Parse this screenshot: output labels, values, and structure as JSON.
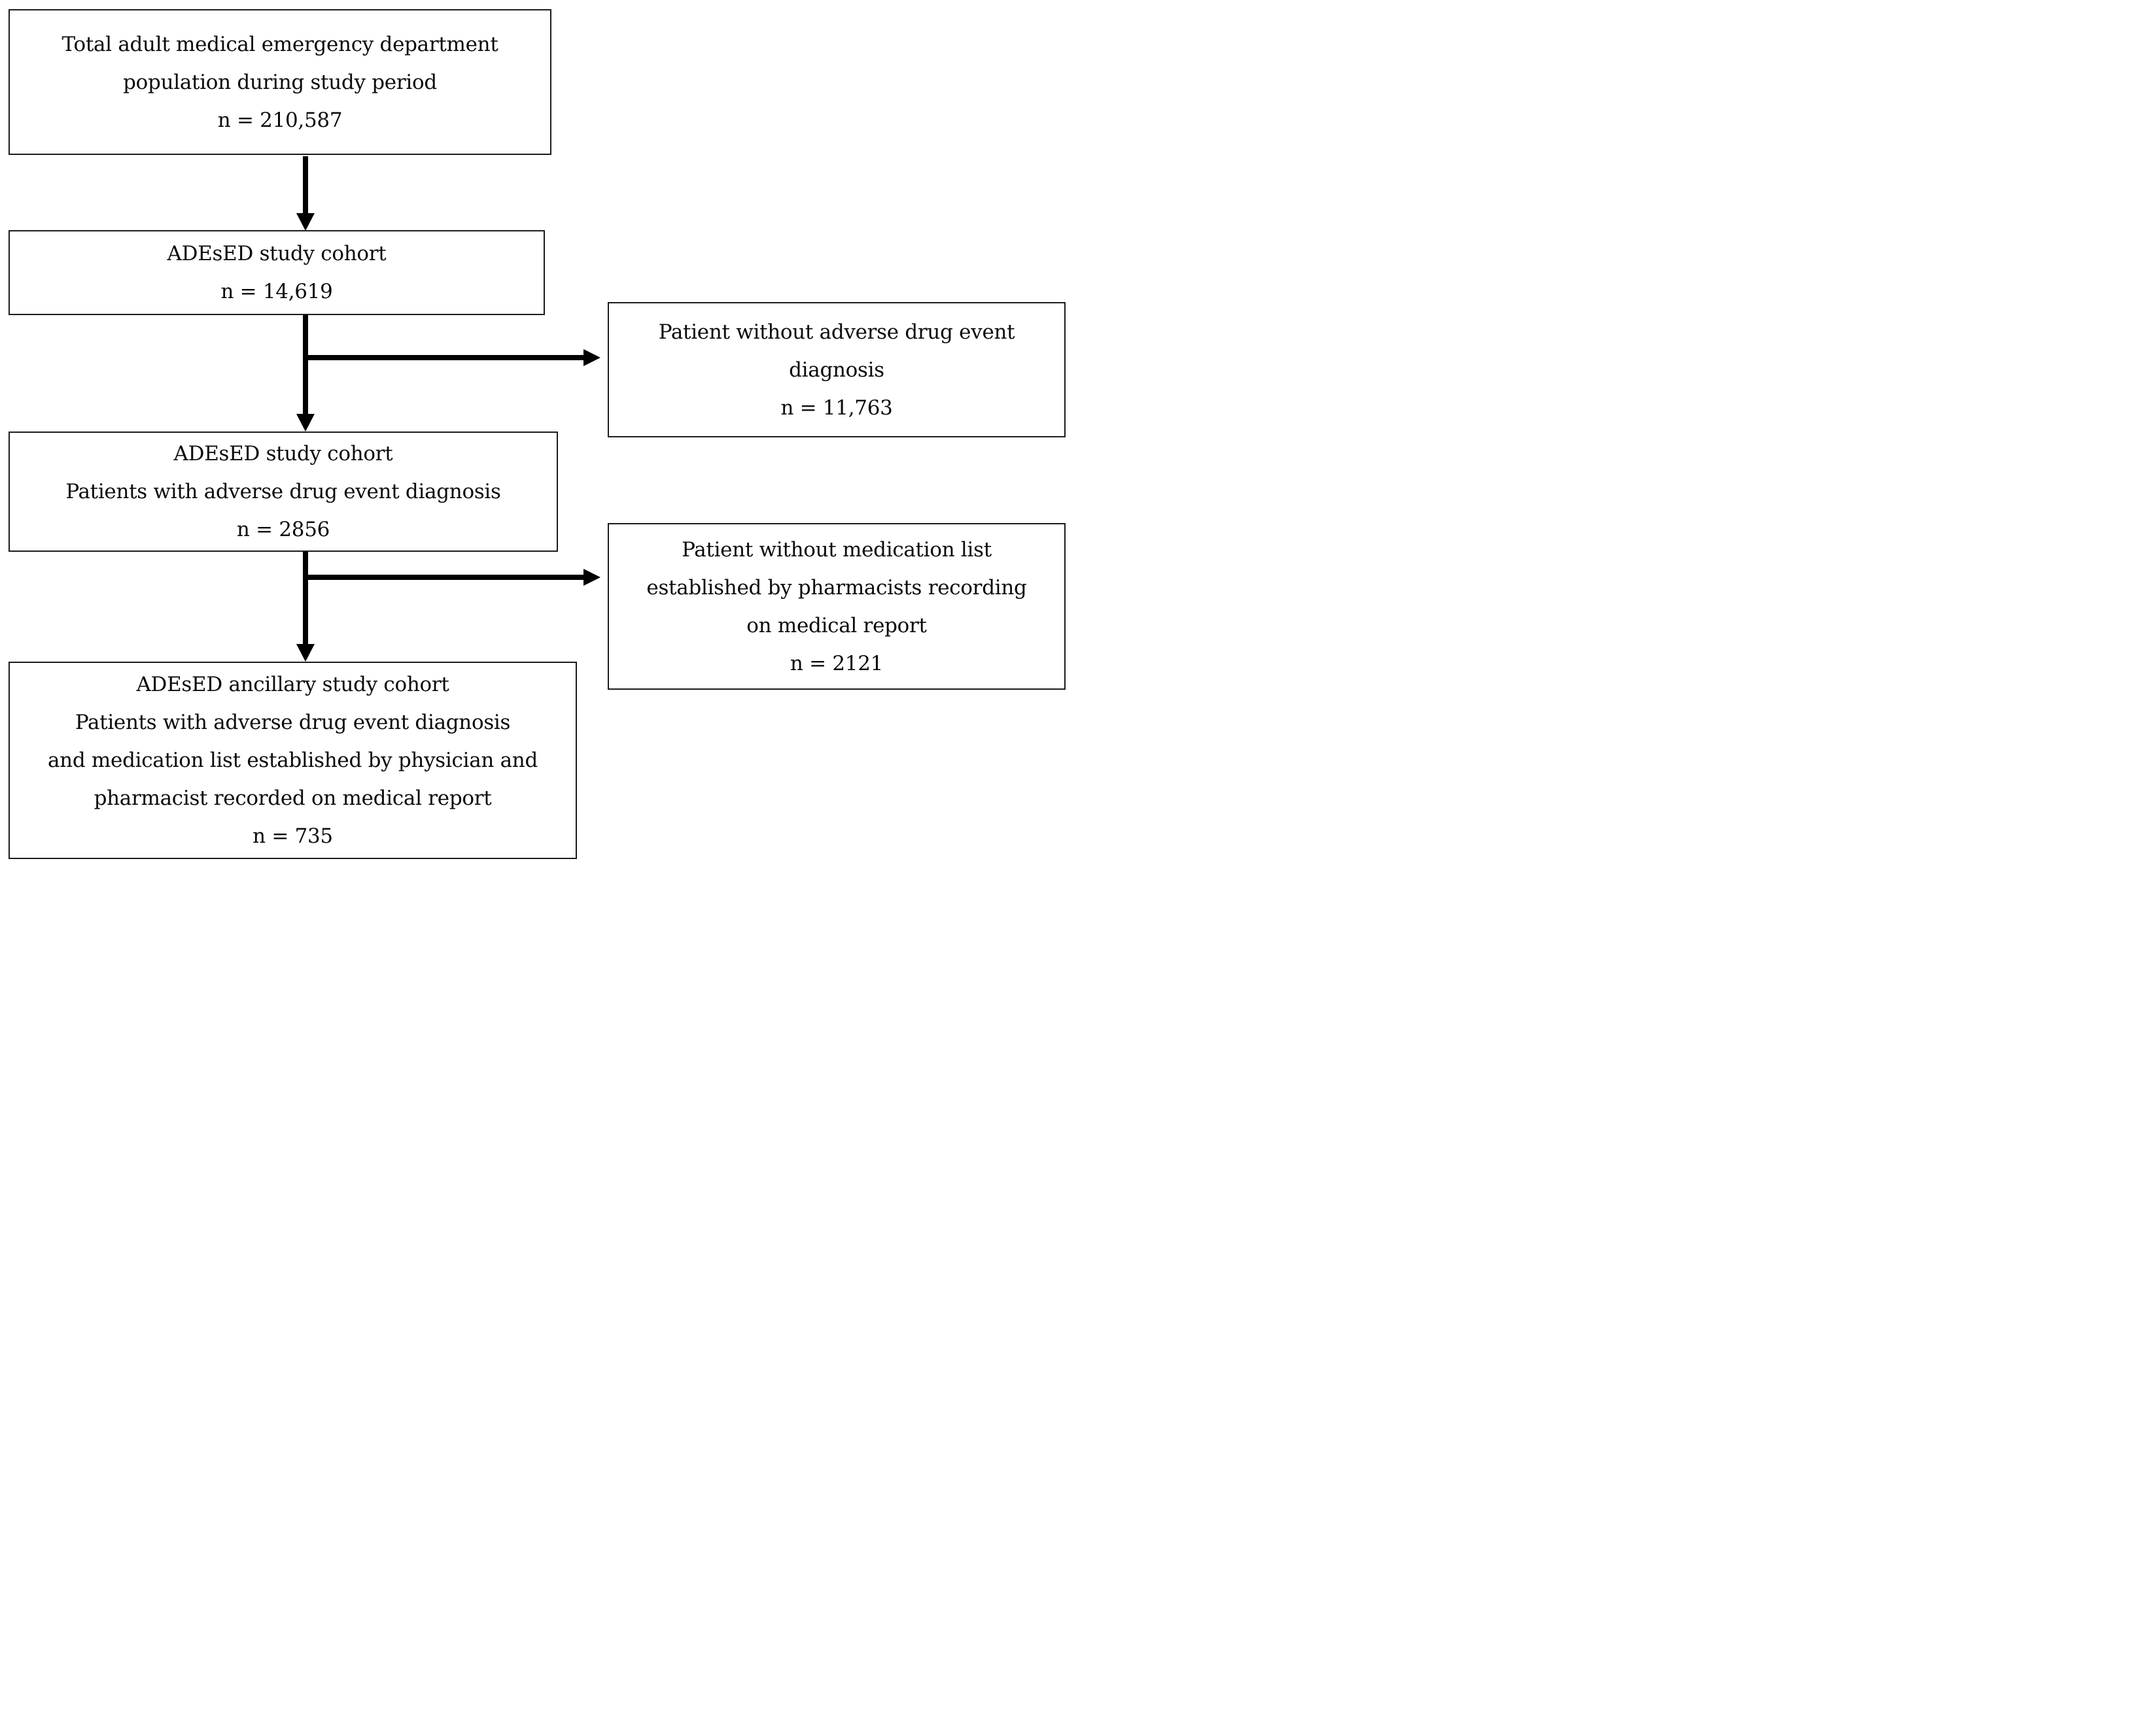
{
  "diagram": {
    "type": "study-flowchart",
    "background_color": "#ffffff",
    "box_border_color": "#1c1c1c",
    "arrow_color": "#000000",
    "boxes": {
      "total": {
        "lines": [
          "Total adult medical emergency department",
          "population during study period"
        ],
        "n": "n = 210,587"
      },
      "cohort": {
        "lines": [
          "ADEsED study cohort"
        ],
        "n": "n = 14,619"
      },
      "no_ade": {
        "lines": [
          "Patient without adverse drug event",
          "diagnosis"
        ],
        "n": "n = 11,763"
      },
      "ade": {
        "lines": [
          "ADEsED study cohort",
          "Patients with adverse drug event diagnosis"
        ],
        "n": "n = 2856"
      },
      "no_medlist": {
        "lines": [
          "Patient without medication list",
          "established by pharmacists recording",
          "on medical report"
        ],
        "n": "n = 2121"
      },
      "ancillary": {
        "lines": [
          "ADEsED ancillary study cohort",
          "Patients with adverse drug event diagnosis",
          "and medication list established by physician and",
          "pharmacist recorded on medical report"
        ],
        "n": "n = 735"
      }
    },
    "connectors": [
      {
        "from": "total",
        "to": "cohort",
        "style": "arrow-down"
      },
      {
        "from": "cohort",
        "to": "ade",
        "style": "arrow-down"
      },
      {
        "from": "cohort",
        "to": "no_ade",
        "style": "arrow-right-branch"
      },
      {
        "from": "ade",
        "to": "ancillary",
        "style": "arrow-down"
      },
      {
        "from": "ade",
        "to": "no_medlist",
        "style": "arrow-right-branch"
      }
    ]
  }
}
